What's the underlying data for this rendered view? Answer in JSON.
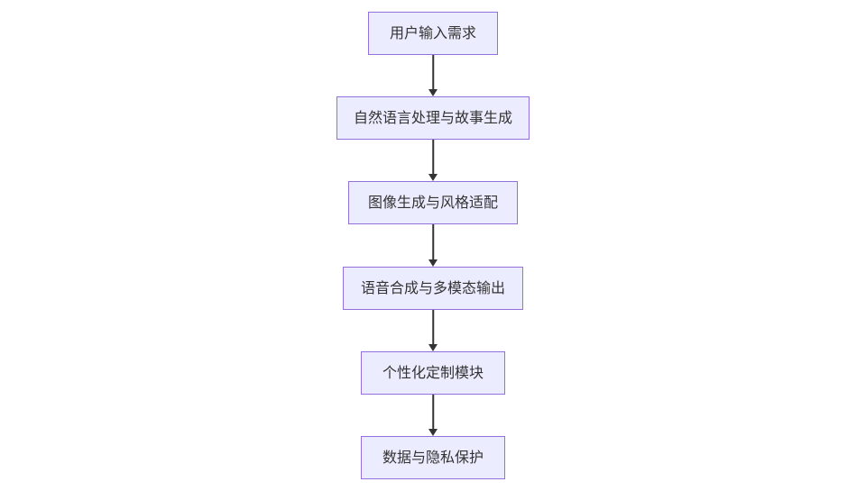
{
  "diagram": {
    "type": "flowchart",
    "direction": "top-down",
    "background_color": "#ffffff",
    "node_fill_color": "#ECECFF",
    "node_border_color": "#9370DB",
    "text_color": "#333333",
    "arrow_color": "#333333",
    "nodes": [
      {
        "label": "用户输入需求"
      },
      {
        "label": "自然语言处理与故事生成"
      },
      {
        "label": "图像生成与风格适配"
      },
      {
        "label": "语音合成与多模态输出"
      },
      {
        "label": "个性化定制模块"
      },
      {
        "label": "数据与隐私保护"
      }
    ],
    "edges": [
      {
        "from": "用户输入需求",
        "to": "自然语言处理与故事生成"
      },
      {
        "from": "自然语言处理与故事生成",
        "to": "图像生成与风格适配"
      },
      {
        "from": "图像生成与风格适配",
        "to": "语音合成与多模态输出"
      },
      {
        "from": "语音合成与多模态输出",
        "to": "个性化定制模块"
      },
      {
        "from": "个性化定制模块",
        "to": "数据与隐私保护"
      }
    ]
  }
}
